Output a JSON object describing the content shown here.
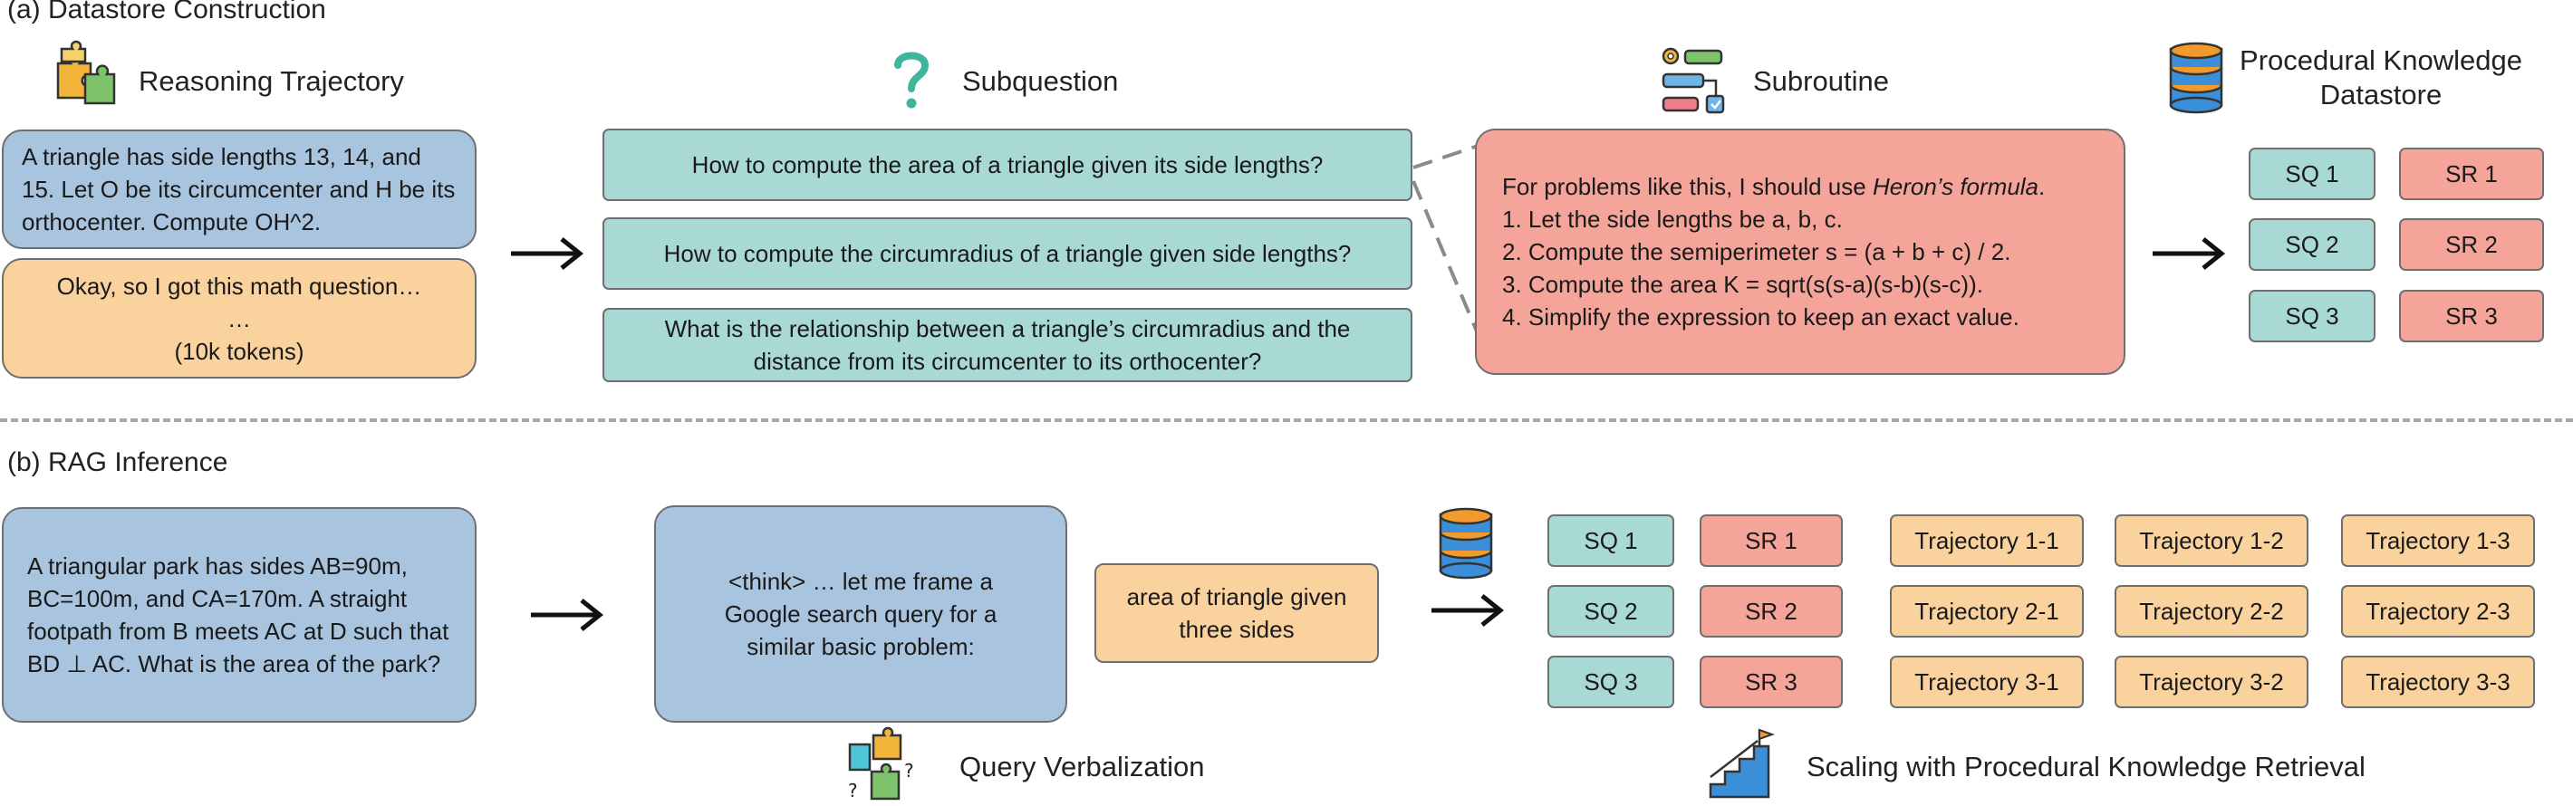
{
  "section_a": {
    "title": "(a) Datastore Construction",
    "reasoning_label": "Reasoning Trajectory",
    "problem_text": "A triangle has side lengths 13, 14, and 15. Let O be its circumcenter and H be its orthocenter. Compute OH^2.",
    "trajectory_lines": [
      "Okay, so I got this math question…",
      "…",
      "(10k tokens)"
    ],
    "subquestion_label": "Subquestion",
    "subquestions": [
      "How to compute the area of a triangle given its side lengths?",
      "How to compute the circumradius of a triangle given side lengths?",
      "What is the relationship between a triangle’s circumradius and the distance from its circumcenter to its orthocenter?"
    ],
    "subroutine_label": "Subroutine",
    "subroutine": {
      "intro_prefix": "For problems like this, I should use ",
      "intro_em": "Heron’s formula",
      "intro_suffix": ".",
      "steps": [
        "1. Let the side lengths be a, b, c.",
        "2. Compute the semiperimeter s = (a + b + c) / 2.",
        "3. Compute the area K = sqrt(s(s-a)(s-b)(s-c)).",
        "4. Simplify the expression to keep an exact value."
      ]
    },
    "datastore_label_lines": [
      "Procedural Knowledge",
      "Datastore"
    ],
    "sq_items": [
      "SQ 1",
      "SQ 2",
      "SQ 3"
    ],
    "sr_items": [
      "SR 1",
      "SR 2",
      "SR 3"
    ]
  },
  "section_b": {
    "title": "(b) RAG Inference",
    "problem_text": "A triangular park has sides AB=90m, BC=100m,  and CA=170m. A straight footpath from B meets AC at D such that BD ⊥ AC. What is the area of the park?",
    "think_text": "<think> … let me frame a Google search query for a similar basic problem:",
    "query_text": "area of triangle given three sides",
    "query_label": "Query Verbalization",
    "scaling_label": "Scaling with Procedural Knowledge Retrieval",
    "sq_items": [
      "SQ 1",
      "SQ 2",
      "SQ 3"
    ],
    "sr_items": [
      "SR 1",
      "SR 2",
      "SR 3"
    ],
    "trajectory_grid": [
      [
        "Trajectory 1-1",
        "Trajectory 1-2",
        "Trajectory 1-3"
      ],
      [
        "Trajectory 2-1",
        "Trajectory 2-2",
        "Trajectory 2-3"
      ],
      [
        "Trajectory 3-1",
        "Trajectory 3-2",
        "Trajectory 3-3"
      ]
    ]
  },
  "colors": {
    "blue": "#a8c4de",
    "orange": "#fad29e",
    "teal": "#a8d9d4",
    "red": "#f5a49a",
    "border": "#6f6f6f",
    "divider": "#a8a8a8"
  },
  "icons": [
    "puzzle-icon",
    "question-mark-icon",
    "subroutine-icon",
    "database-icon",
    "database-icon",
    "puzzle-question-icon",
    "stairs-flag-icon",
    "arrow-right-icon"
  ]
}
